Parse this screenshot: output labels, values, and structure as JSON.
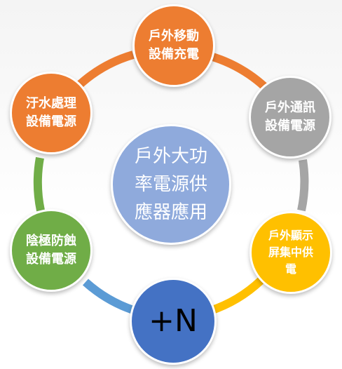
{
  "center": {
    "lines": [
      "戶外大功",
      "率電源供",
      "應器應用"
    ],
    "color": "#8faadc"
  },
  "nodes": [
    {
      "id": "top",
      "lines": [
        "戶外移動",
        "設備充電"
      ],
      "color": "#ed7d31"
    },
    {
      "id": "right",
      "lines": [
        "戶外通訊",
        "設備電源"
      ],
      "color": "#a5a5a5"
    },
    {
      "id": "bottom-right",
      "lines": [
        "戶外顯示",
        "屏集中供",
        "電"
      ],
      "color": "#ffc000"
    },
    {
      "id": "bottom",
      "lines": [
        "+N"
      ],
      "color": "#4472c4"
    },
    {
      "id": "bottom-left",
      "lines": [
        "陰極防蝕",
        "設備電源"
      ],
      "color": "#70ad47"
    },
    {
      "id": "left",
      "lines": [
        "汙水處理",
        "設備電源"
      ],
      "color": "#ed7d31"
    }
  ]
}
